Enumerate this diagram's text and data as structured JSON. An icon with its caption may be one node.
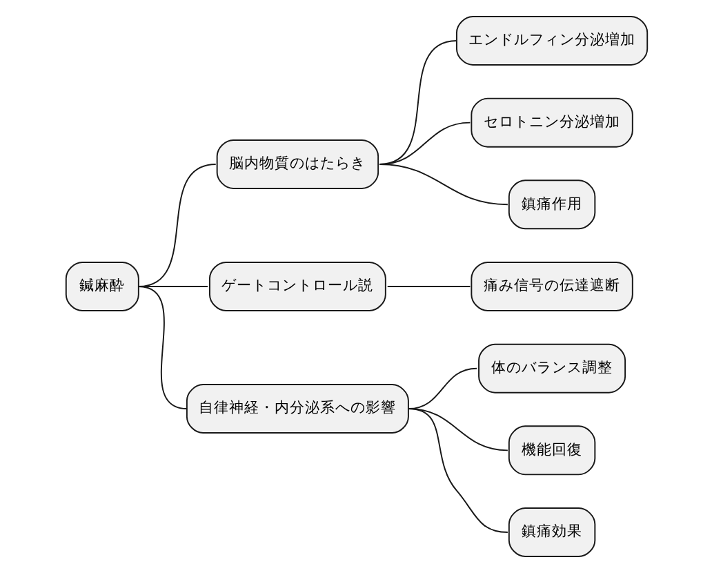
{
  "diagram": {
    "nodes": [
      {
        "text": [
          "鍼麻酔"
        ]
      },
      {
        "text": [
          "脳内物質のはたらき"
        ]
      },
      {
        "text": [
          "エンドルフィン分泌増加"
        ]
      },
      {
        "text": [
          "セロトニン分泌増加"
        ]
      },
      {
        "text": [
          "鎮痛作用"
        ]
      },
      {
        "text": [
          "ゲートコントロール説"
        ]
      },
      {
        "text": [
          "痛み信号の伝達遮断"
        ]
      },
      {
        "text": [
          "自律神経・内分泌系への影響"
        ]
      },
      {
        "text": [
          "体のバランス調整"
        ]
      },
      {
        "text": [
          "機能回復"
        ]
      },
      {
        "text": [
          "鎮痛効果"
        ]
      }
    ],
    "edges": [
      {
        "from": 0,
        "to": 1,
        "arrow": "none"
      },
      {
        "from": 1,
        "to": 2,
        "arrow": "none"
      },
      {
        "from": 1,
        "to": 3,
        "arrow": "none"
      },
      {
        "from": 1,
        "to": 4,
        "arrow": "none"
      },
      {
        "from": 0,
        "to": 5,
        "arrow": "none"
      },
      {
        "from": 5,
        "to": 6,
        "arrow": "none"
      },
      {
        "from": 0,
        "to": 7,
        "arrow": "none"
      },
      {
        "from": 7,
        "to": 8,
        "arrow": "none"
      },
      {
        "from": 7,
        "to": 9,
        "arrow": "none"
      },
      {
        "from": 7,
        "to": 10,
        "arrow": "none"
      }
    ]
  }
}
